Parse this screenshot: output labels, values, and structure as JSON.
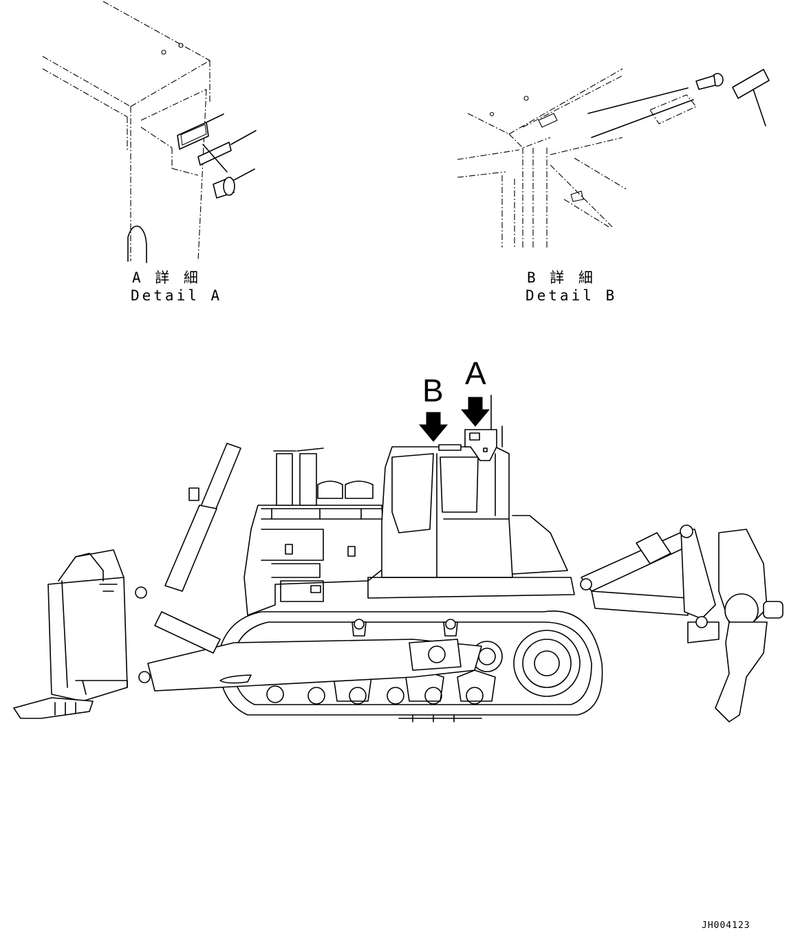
{
  "detail_a": {
    "caption_jp": "A 詳 細",
    "caption_en": "Detail A"
  },
  "detail_b": {
    "caption_jp": "B 詳 細",
    "caption_en": "Detail B"
  },
  "callouts": {
    "label_a": "A",
    "label_b": "B"
  },
  "drawing_number": "JH004123"
}
